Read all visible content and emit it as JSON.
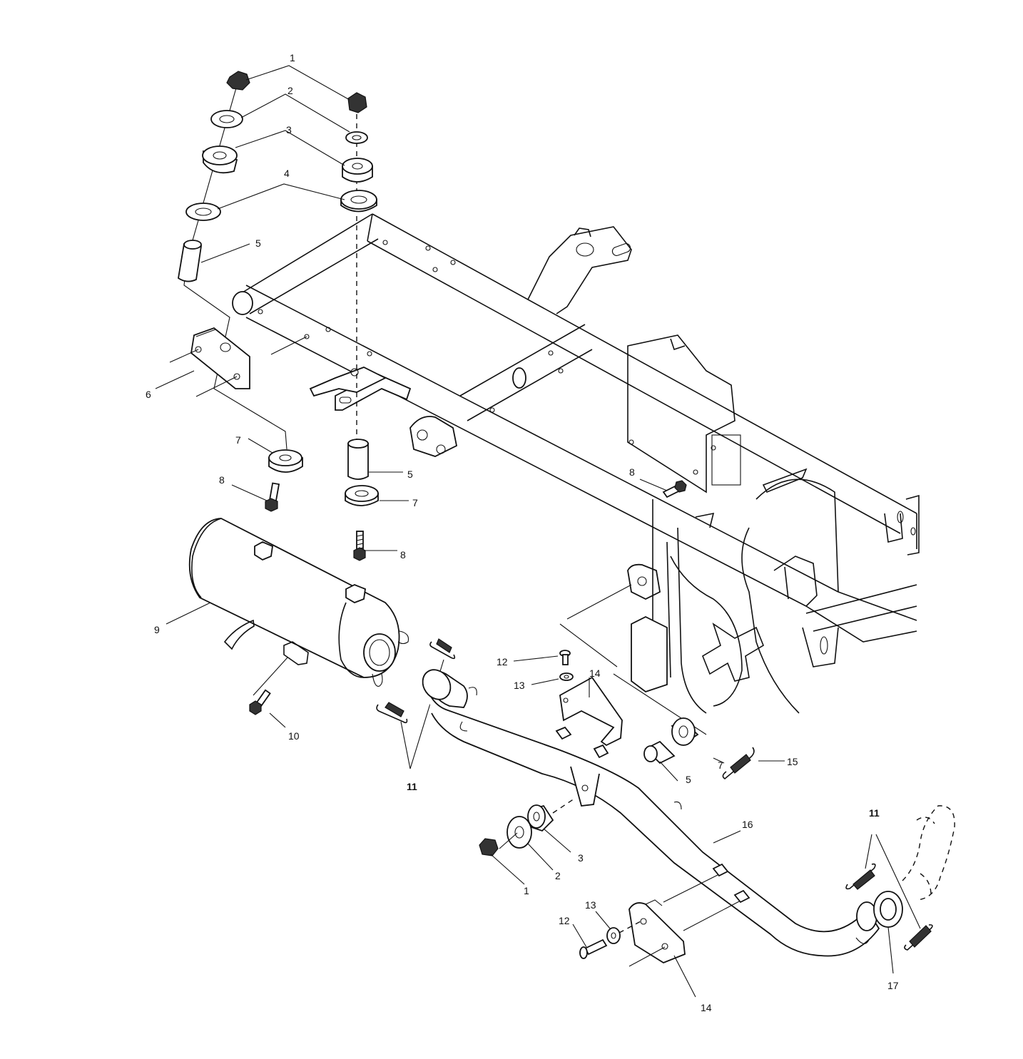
{
  "diagram": {
    "callouts": [
      "1",
      "2",
      "3",
      "4",
      "5",
      "6",
      "7",
      "8",
      "9",
      "10",
      "11",
      "12",
      "13",
      "14",
      "15",
      "16",
      "17"
    ],
    "labels": {
      "l1a": "1",
      "l2a": "2",
      "l3a": "3",
      "l4a": "4",
      "l5a": "5",
      "l6": "6",
      "l7a": "7",
      "l8a": "8",
      "l5b": "5",
      "l7b": "7",
      "l8b": "8",
      "l8c": "8",
      "l9": "9",
      "l10": "10",
      "l11a": "11",
      "l12a": "12",
      "l13a": "13",
      "l14a": "14",
      "l7c": "7",
      "l15": "15",
      "l5c": "5",
      "l3b": "3",
      "l2b": "2",
      "l1b": "1",
      "l16": "16",
      "l11b": "11",
      "l12b": "12",
      "l13b": "13",
      "l14b": "14",
      "l17": "17"
    }
  }
}
